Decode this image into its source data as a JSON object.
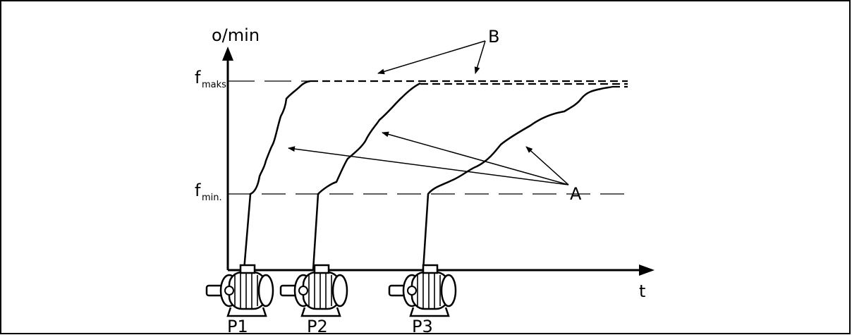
{
  "diagram": {
    "y_axis_label": "o/min",
    "x_axis_label": "t",
    "levels": {
      "fmax": {
        "main": "f",
        "sub": "maks."
      },
      "fmin": {
        "main": "f",
        "sub": "min."
      }
    },
    "callouts": {
      "a": "A",
      "b": "B"
    },
    "pumps": [
      {
        "label": "P1"
      },
      {
        "label": "P2"
      },
      {
        "label": "P3"
      }
    ]
  }
}
